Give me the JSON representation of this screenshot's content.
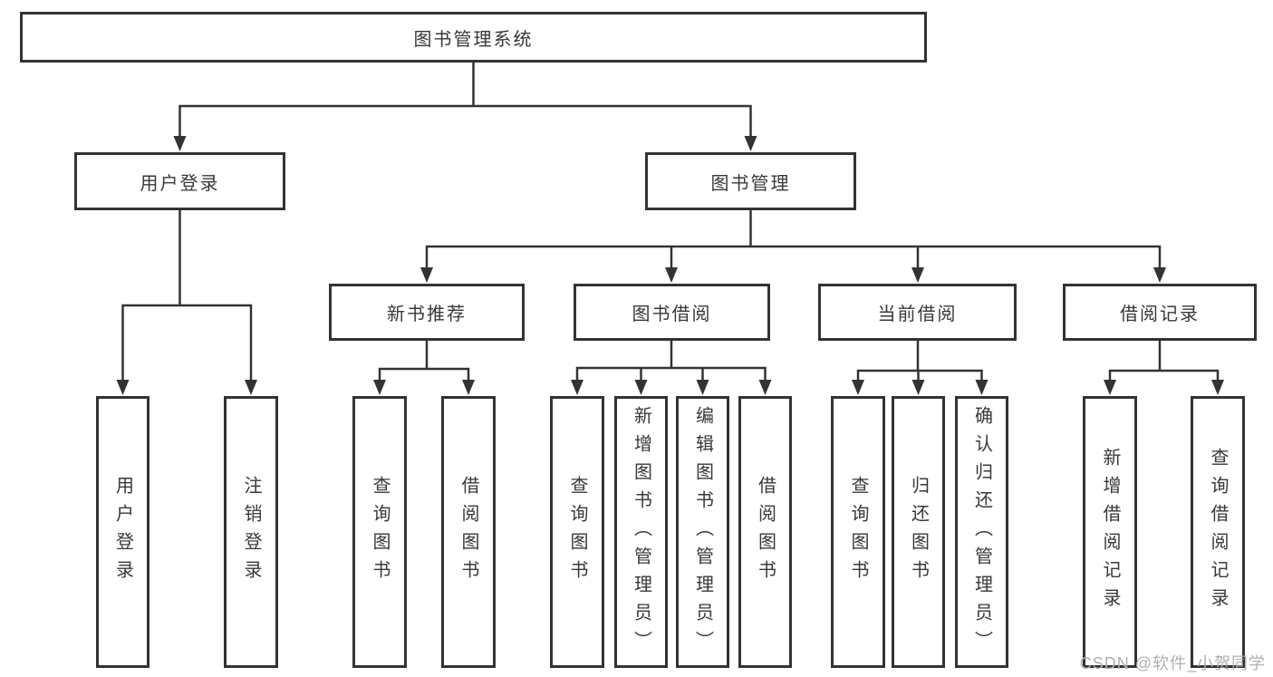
{
  "diagram": {
    "root": {
      "label": "图书管理系统"
    },
    "level1": [
      "用户登录",
      "图书管理"
    ],
    "level2": [
      "新书推荐",
      "图书借阅",
      "当前借阅",
      "借阅记录"
    ],
    "leaves": {
      "user_login": [
        "用户登录",
        "注销登录"
      ],
      "new_book_recommendation": [
        "查询图书",
        "借阅图书"
      ],
      "book_borrowing": [
        "查询图书",
        "新增图书（管理员）",
        "编辑图书（管理员）",
        "借阅图书"
      ],
      "current_borrowing": [
        "查询图书",
        "归还图书",
        "确认归还（管理员）"
      ],
      "borrowing_records": [
        "新增借阅记录",
        "查询借阅记录"
      ]
    }
  },
  "watermark": {
    "text": "CSDN @软件_小贺同学"
  },
  "colors": {
    "line": "#333333",
    "text": "#383838",
    "box_background": "#ffffff",
    "watermark": "#b0b0b0",
    "page_background": "#ffffff"
  }
}
